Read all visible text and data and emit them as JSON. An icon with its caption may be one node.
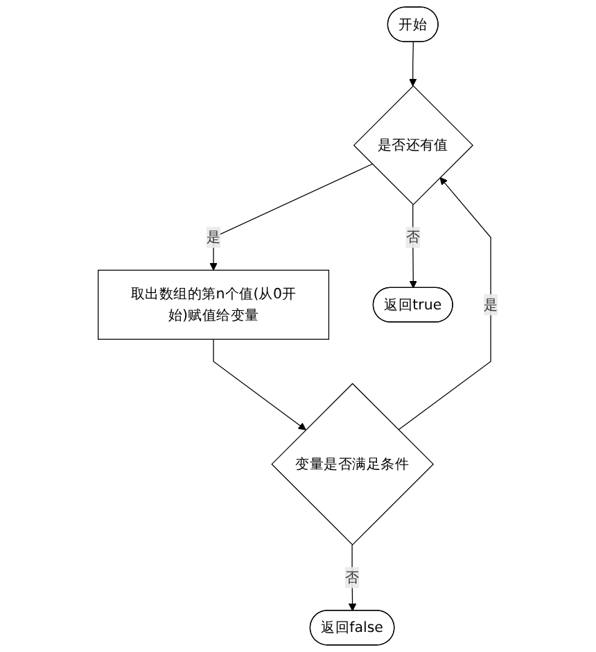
{
  "diagram": {
    "nodes": [
      {
        "text": [
          "开始"
        ]
      },
      {
        "text": [
          "是否还有值"
        ]
      },
      {
        "text": [
          "取出数组的第n个值(从0开始)赋值给变量"
        ]
      },
      {
        "text": [
          "变量是否满足条件"
        ]
      },
      {
        "text": [
          "返回true"
        ]
      },
      {
        "text": [
          "返回false"
        ]
      }
    ],
    "edges": [
      {
        "from": 0,
        "to": 1,
        "arrow": "to"
      },
      {
        "from": 1,
        "to": 2,
        "arrow": "to",
        "label": "是"
      },
      {
        "from": 2,
        "to": 3,
        "arrow": "to"
      },
      {
        "from": 3,
        "to": 1,
        "arrow": "to",
        "label": "是"
      },
      {
        "from": 3,
        "to": 5,
        "arrow": "to",
        "label": "否"
      },
      {
        "from": 1,
        "to": 4,
        "arrow": "to",
        "label": "否"
      }
    ]
  }
}
